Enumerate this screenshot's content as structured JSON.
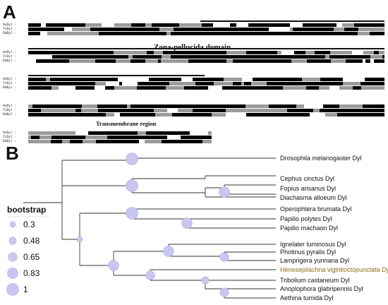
{
  "panel_a": {
    "label": "A",
    "sequence_names": [
      "HvDyl",
      "TcDyl",
      "DmDyl"
    ],
    "domains": {
      "zona": "Zona-pellucida domain",
      "tm": "Transmembrane region"
    }
  },
  "panel_b": {
    "label": "B",
    "legend": {
      "title": "bootstrap",
      "items": [
        {
          "label": "0.3",
          "value": 0.3
        },
        {
          "label": "0.48",
          "value": 0.48
        },
        {
          "label": "0.65",
          "value": 0.65
        },
        {
          "label": "0.83",
          "value": 0.83
        },
        {
          "label": "1",
          "value": 1
        }
      ]
    },
    "taxa": [
      {
        "name": "Drosophila melanogaster Dyl",
        "highlight": false
      },
      {
        "name": "Cephus cinctus Dyl",
        "highlight": false
      },
      {
        "name": "Fopius arisanus Dyl",
        "highlight": false
      },
      {
        "name": "Diachasma alloeum Dyl",
        "highlight": false
      },
      {
        "name": "Operophtera brumata Dyl",
        "highlight": false
      },
      {
        "name": "Papilio polytes Dyl",
        "highlight": false
      },
      {
        "name": "Papilio machaon Dyl",
        "highlight": false
      },
      {
        "name": "Ignelater luminosus Dyl",
        "highlight": false
      },
      {
        "name": "Photinus pyralis Dyl",
        "highlight": false
      },
      {
        "name": "Lamprigera yunnana Dyl",
        "highlight": false
      },
      {
        "name": "Henosepilachna vigintioctopunctata Dyl",
        "highlight": true
      },
      {
        "name": "Tribolium castaneum Dyl",
        "highlight": false
      },
      {
        "name": "Anoplophora glabripennis Dyl",
        "highlight": false
      },
      {
        "name": "Aethina tumida Dyl",
        "highlight": false
      }
    ],
    "colors": {
      "node_fill": "#c9c7f0",
      "node_stroke": "#aeaae0",
      "branch": "#333333",
      "highlight_text": "#8b6a12"
    }
  }
}
